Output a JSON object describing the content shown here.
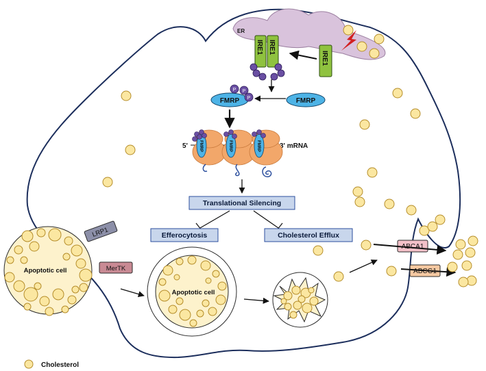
{
  "labels": {
    "er": "ER",
    "ire1": "IRE1",
    "phospho": "P",
    "fmrp": "FMRP",
    "five_prime": "5'",
    "three_prime": "3' mRNA",
    "translational_silencing": "Translational Silencing",
    "efferocytosis": "Efferocytosis",
    "cholesterol_efflux": "Cholesterol Efflux",
    "lrp1": "LRP1",
    "mertk": "MerTK",
    "apoptotic_cell": "Apoptotic cell",
    "apoptotic_cell_inner": "Apoptotic cell",
    "abca1": "ABCA1",
    "abcg1": "ABCG1",
    "cholesterol": "Cholesterol"
  },
  "colors": {
    "membrane": "#1c2e5c",
    "er_fill": "#d9c3dc",
    "ire1_fill": "#8fc23f",
    "phospho_fill": "#6a4fa3",
    "fmrp_fill": "#4db3e6",
    "ribosome_fill": "#f2a76a",
    "box_fill": "#c8d6ec",
    "cholesterol_fill": "#fbe7a1",
    "cholesterol_stroke": "#b58d2a",
    "apoptotic_fill": "#fdf2cc",
    "lrp1_fill": "#8c8fa8",
    "mertk_fill": "#c98a94",
    "abca1_fill": "#f3c0c8",
    "abcg1_fill": "#f6c9a2",
    "lightning": "#d22020"
  }
}
